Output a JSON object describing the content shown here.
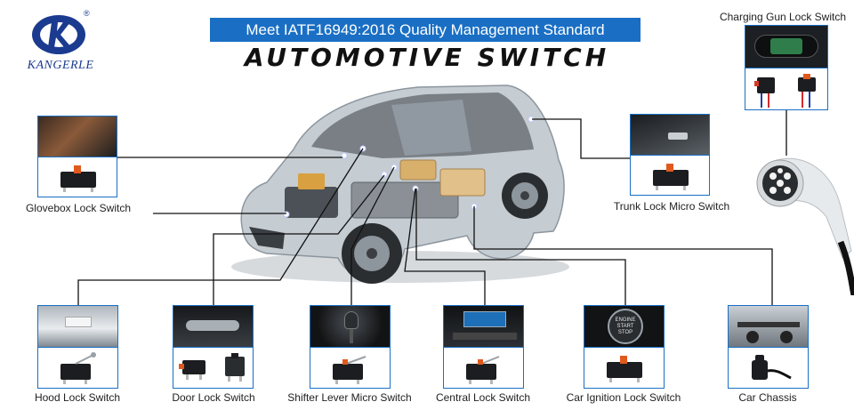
{
  "brand": {
    "name": "KANGERLE",
    "registered": "®"
  },
  "banner": "Meet IATF16949:2016 Quality Management Standard",
  "headline": "AUTOMOTIVE SWITCH",
  "labels": {
    "glovebox": "Glovebox Lock Switch",
    "trunk": "Trunk Lock Micro Switch",
    "charging": "Charging Gun Lock Switch",
    "hood": "Hood Lock Switch",
    "door": "Door Lock Switch",
    "shifter": "Shifter Lever Micro Switch",
    "central": "Central Lock Switch",
    "ignition": "Car Ignition Lock Switch",
    "chassis": "Car Chassis"
  },
  "ignition_button_text": "ENGINE START STOP",
  "colors": {
    "accent": "#1a6fc4",
    "brand": "#1a3b8f",
    "switch_body": "#1b1d20",
    "actuator": "#e05a1e"
  }
}
